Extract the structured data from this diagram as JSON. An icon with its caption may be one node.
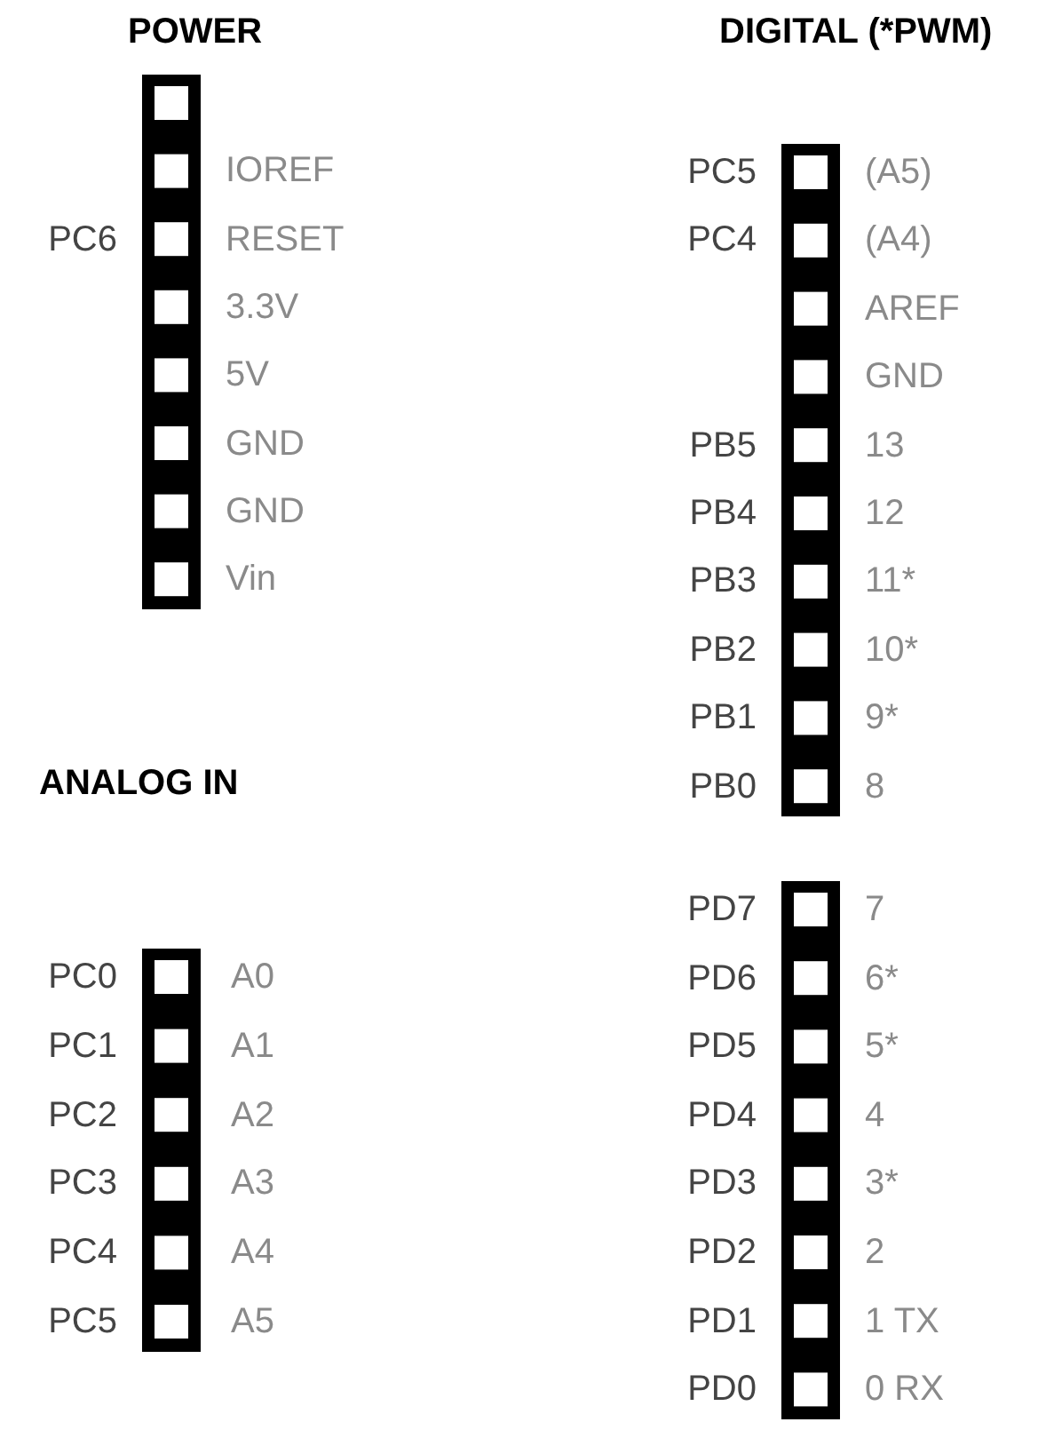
{
  "diagram": {
    "labels": [
      "POWER",
      "DIGITAL (*PWM)",
      "IOREF",
      "PC5",
      "(A5)",
      "PC6",
      "RESET",
      "PC4",
      "(A4)",
      "3.3V",
      "AREF",
      "5V",
      "GND",
      "GND",
      "PB5",
      "13",
      "GND",
      "PB4",
      "12",
      "Vin",
      "PB3",
      "11*",
      "PB2",
      "10*",
      "PB1",
      "9*",
      "ANALOG IN",
      "PB0",
      "8",
      "PD7",
      "7",
      "PC0",
      "A0",
      "PD6",
      "6*",
      "PC1",
      "A1",
      "PD5",
      "5*",
      "PC2",
      "A2",
      "PD4",
      "4",
      "PC3",
      "A3",
      "PD3",
      "3*",
      "PC4",
      "A4",
      "PD2",
      "2",
      "PC5",
      "A5",
      "PD1",
      "1 TX",
      "PD0",
      "0 RX"
    ]
  }
}
